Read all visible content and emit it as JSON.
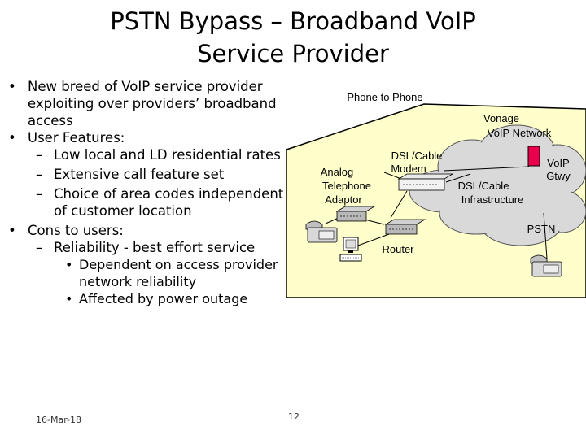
{
  "slide": {
    "title_line1": "PSTN Bypass – Broadband VoIP",
    "title_line2": "Service Provider",
    "bullets": {
      "b1": "New breed of VoIP service provider exploiting over providers’ broadband access",
      "b2": "User Features:",
      "b2_1": "Low local and LD residential rates",
      "b2_2": "Extensive call feature set",
      "b2_3": "Choice of area codes independent of customer location",
      "b3": "Cons to users:",
      "b3_1": "Reliability - best effort service",
      "b3_1_1": "Dependent on access provider network reliability",
      "b3_1_2": "Affected by power outage"
    },
    "footer_date": "16-Mar-18",
    "page_number": "12"
  },
  "diagram": {
    "phone_to_phone": "Phone to Phone",
    "adaptor_l1": "Analog",
    "adaptor_l2": "Telephone",
    "adaptor_l3": "Adaptor",
    "modem_l1": "DSL/Cable",
    "modem_l2": "Modem",
    "router": "Router",
    "vonage_l1": "Vonage",
    "vonage_l2": "VoIP Network",
    "gtwy_l1": "VoIP",
    "gtwy_l2": "Gtwy",
    "infra_l1": "DSL/Cable",
    "infra_l2": "Infrastructure",
    "pstn": "PSTN",
    "colors": {
      "house": "#FFFFCC",
      "cloud": "#D9D9D9",
      "gateway": "#E8004C"
    }
  }
}
